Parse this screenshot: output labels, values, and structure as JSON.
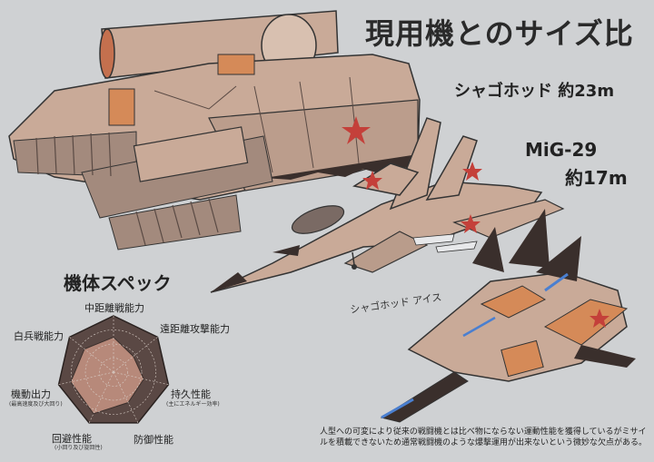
{
  "title": "現用機とのサイズ比較",
  "ship_label": "シャゴホッド 約23m",
  "mig_label_line1": "MiG-29",
  "mig_label_line2": "約17m",
  "scribble": "シャゴホッド アイス",
  "spec": {
    "title": "機体スペック",
    "axes": [
      "中距離戦能力",
      "遠距離攻撃能力",
      "持久性能",
      "防御性能",
      "回避性能",
      "機動出力",
      "白兵戦能力"
    ],
    "axis_notes": {
      "endurance": "(主にエネルギー効率)",
      "evasion": "(小回り及び旋回性)",
      "mobility": "(最高速度及び大回り)"
    },
    "values": [
      0.62,
      0.45,
      0.55,
      0.6,
      0.82,
      0.78,
      0.66
    ]
  },
  "caption": "人型への可変により従来の戦闘機とは比べ物にならない運動性能を獲得しているがミサイルを積載できないため通常戦闘機のような爆撃運用が出来ないという微妙な欠点がある。",
  "colors": {
    "background": "#cfd1d3",
    "hull": "#c9aa98",
    "hull_dark": "#9c7f70",
    "accent_orange": "#d58a58",
    "star_red": "#c4403a",
    "radar_fill": "#b7897a"
  }
}
